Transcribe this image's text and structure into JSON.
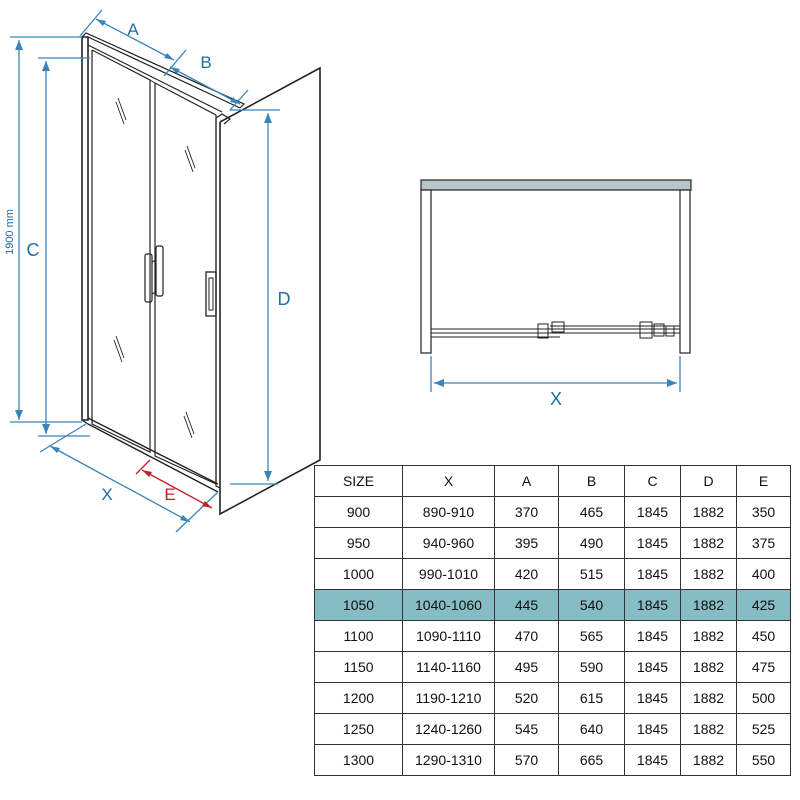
{
  "drawing": {
    "label_a": "A",
    "label_b": "B",
    "label_c": "C",
    "label_d": "D",
    "label_e": "E",
    "label_x": "X",
    "label_x_top": "X",
    "height_label": "1900 mm"
  },
  "table": {
    "headers": [
      "SIZE",
      "X",
      "A",
      "B",
      "C",
      "D",
      "E"
    ],
    "highlight_row": 3,
    "highlight_color": "#86bcc4",
    "rows": [
      [
        "900",
        "890-910",
        "370",
        "465",
        "1845",
        "1882",
        "350"
      ],
      [
        "950",
        "940-960",
        "395",
        "490",
        "1845",
        "1882",
        "375"
      ],
      [
        "1000",
        "990-1010",
        "420",
        "515",
        "1845",
        "1882",
        "400"
      ],
      [
        "1050",
        "1040-1060",
        "445",
        "540",
        "1845",
        "1882",
        "425"
      ],
      [
        "1100",
        "1090-1110",
        "470",
        "565",
        "1845",
        "1882",
        "450"
      ],
      [
        "1150",
        "1140-1160",
        "495",
        "590",
        "1845",
        "1882",
        "475"
      ],
      [
        "1200",
        "1190-1210",
        "520",
        "615",
        "1845",
        "1882",
        "500"
      ],
      [
        "1250",
        "1240-1260",
        "545",
        "640",
        "1845",
        "1882",
        "525"
      ],
      [
        "1300",
        "1290-1310",
        "570",
        "665",
        "1845",
        "1882",
        "550"
      ]
    ]
  },
  "colors": {
    "dimension": "#3a84b8",
    "dimension_red": "#c0202a",
    "frame": "#222222",
    "top_rail": "#b8c6cc"
  }
}
